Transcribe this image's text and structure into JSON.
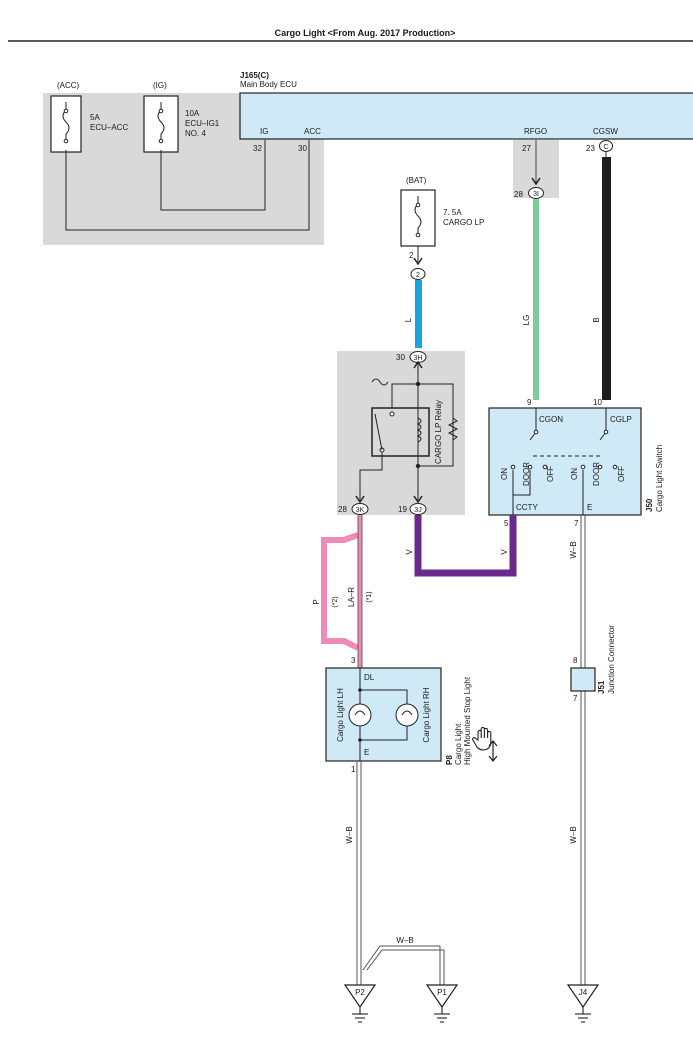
{
  "title": "Cargo Light <From Aug. 2017 Production>",
  "ecu": {
    "code": "J165(C)",
    "name": "Main Body ECU",
    "pins": {
      "ig": {
        "label": "IG",
        "num": "32"
      },
      "acc": {
        "label": "ACC",
        "num": "30"
      },
      "rfgo": {
        "label": "RFGO",
        "num": "27"
      },
      "cgsw": {
        "label": "CGSW",
        "num": "23",
        "conn": "C"
      }
    }
  },
  "fuses": {
    "acc": {
      "source": "(ACC)",
      "rating": "5A",
      "name": "ECU–ACC"
    },
    "ig": {
      "source": "(IG)",
      "rating": "10A",
      "name1": "ECU–IG1",
      "name2": "NO. 4"
    },
    "bat": {
      "source": "(BAT)",
      "rating": "7. 5A",
      "name": "CARGO LP",
      "pin": "2",
      "conn": "2"
    }
  },
  "connectors": {
    "c3i": {
      "pin": "28",
      "label": "3I"
    },
    "c3h": {
      "pin": "30",
      "label": "3H"
    },
    "c3k": {
      "pin": "28",
      "label": "3K"
    },
    "c3j": {
      "pin": "19",
      "label": "3J"
    }
  },
  "wires": {
    "l": "L",
    "lg": "LG",
    "b": "B",
    "v1": "V",
    "v2": "V",
    "p": "P",
    "p_note": "(*2)",
    "lar": "LA–R",
    "lar_note": "(*1)",
    "wb1": "W–B",
    "wb2": "W–B",
    "wb3": "W–B",
    "wb4": "W–B"
  },
  "relay": {
    "name": "CARGO LP Relay"
  },
  "switch": {
    "code": "J50",
    "name": "Cargo Light Switch",
    "cgon": "CGON",
    "cglp": "CGLP",
    "pin9": "9",
    "pin10": "10",
    "on1": "ON",
    "door1": "DOOR",
    "off1": "OFF",
    "on2": "ON",
    "door2": "DOOR",
    "off2": "OFF",
    "ccty": "CCTY",
    "e": "E",
    "pin5": "5",
    "pin7": "7"
  },
  "cargo_light": {
    "code": "P8",
    "name1": "Cargo Light",
    "name2": "High Mounted Stop Light",
    "dl": "DL",
    "e": "E",
    "pin3": "3",
    "pin1": "1",
    "lh": "Cargo Light LH",
    "rh": "Cargo Light RH"
  },
  "junction": {
    "code": "J51",
    "name": "Junction Connector",
    "pin8": "8",
    "pin7": "7"
  },
  "grounds": {
    "p2": "P2",
    "p1": "P1",
    "j4": "J4"
  },
  "colors": {
    "panel": "#cfe9f7",
    "shade": "#d9d9d9",
    "wire_l": "#1aa3dd",
    "wire_lg": "#7ecb9c",
    "wire_b": "#1e1e1e",
    "wire_v": "#6a2a8c",
    "wire_p": "#f08ab8"
  },
  "icons": [
    "fuse-icon",
    "relay-icon",
    "bulb-icon",
    "ground-icon",
    "hand-cursor-icon"
  ]
}
